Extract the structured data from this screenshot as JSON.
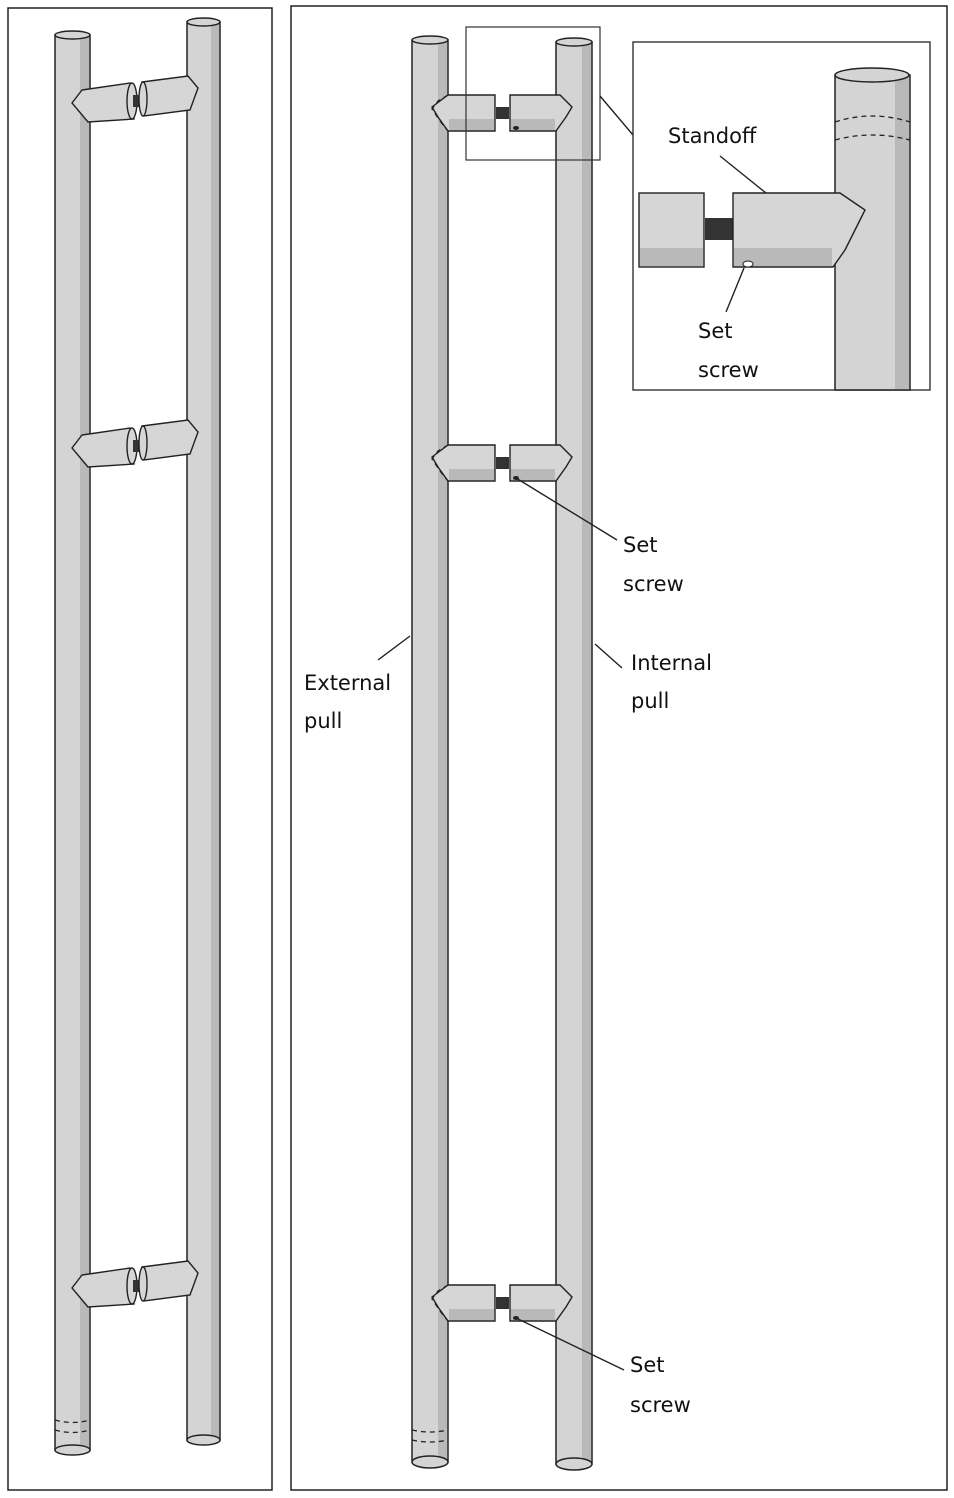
{
  "labels": {
    "standoff": "Standoff",
    "inset_set": "Set",
    "inset_screw": "screw",
    "mid_set": "Set",
    "mid_screw": "screw",
    "external_1": "External",
    "external_2": "pull",
    "internal_1": "Internal",
    "internal_2": "pull",
    "bottom_set": "Set",
    "bottom_screw": "screw"
  }
}
